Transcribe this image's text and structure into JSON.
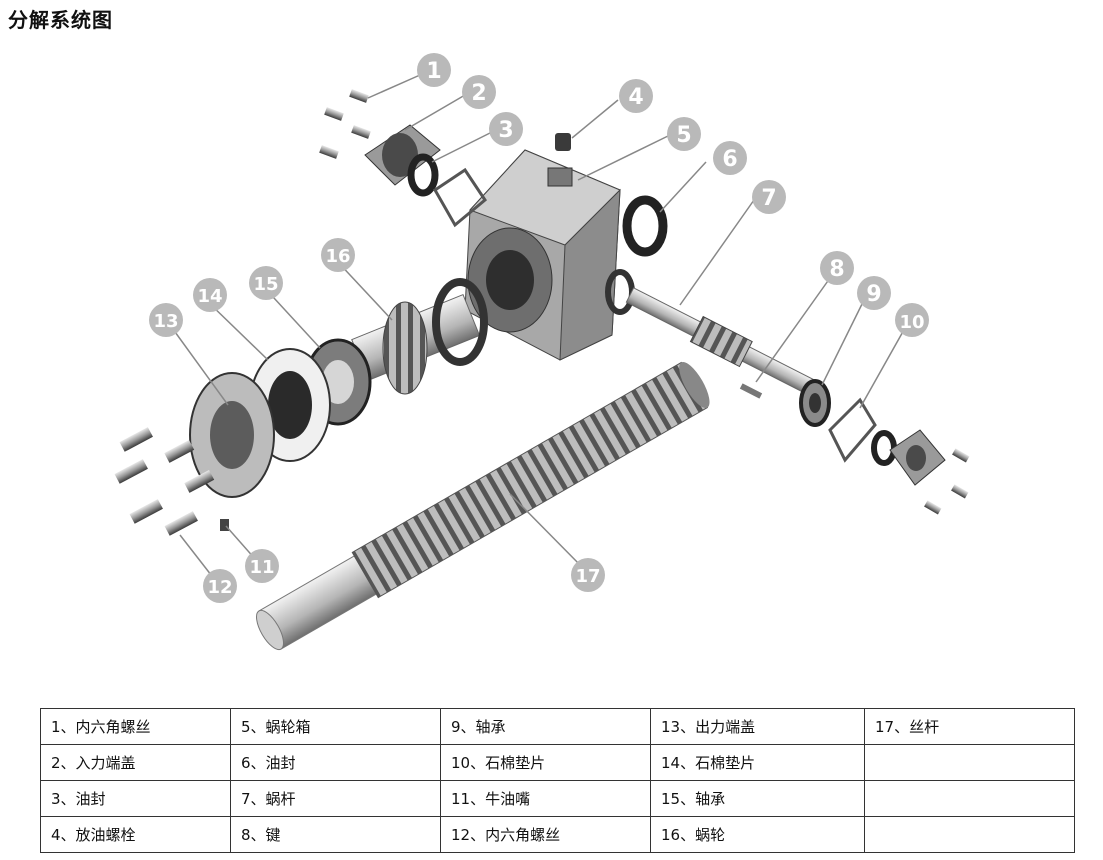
{
  "title": "分解系统图",
  "callouts": [
    "1",
    "2",
    "3",
    "4",
    "5",
    "6",
    "7",
    "8",
    "9",
    "10",
    "11",
    "12",
    "13",
    "14",
    "15",
    "16",
    "17"
  ],
  "colors": {
    "callout_fill": "#b9b9b9",
    "part_dark": "#3a3a3a",
    "part_mid": "#8a8a8a",
    "part_light": "#d8d8d8",
    "table_border": "#333333"
  },
  "parts_table": [
    [
      "1、内六角螺丝",
      "5、蜗轮箱",
      "9、轴承",
      "13、出力端盖",
      "17、丝杆"
    ],
    [
      "2、入力端盖",
      "6、油封",
      "10、石棉垫片",
      "14、石棉垫片",
      ""
    ],
    [
      "3、油封",
      "7、蜗杆",
      "11、牛油嘴",
      "15、轴承",
      ""
    ],
    [
      "4、放油螺栓",
      "8、键",
      "12、内六角螺丝",
      "16、蜗轮",
      ""
    ]
  ]
}
